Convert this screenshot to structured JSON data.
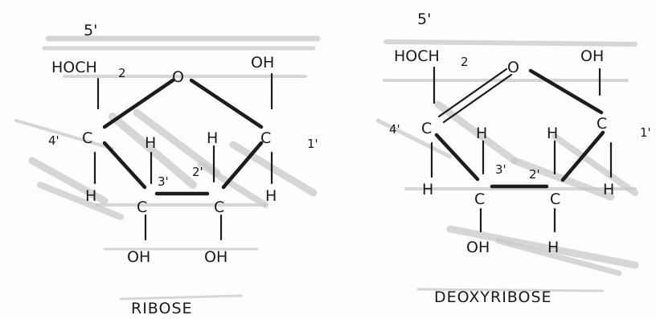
{
  "ribose": {
    "carbon5_label": "5'",
    "hoch2_label": "HOCH",
    "hoch2_subscript": "2",
    "ring_oxygen": "O",
    "c1_oh": "OH",
    "c4_label": "4'",
    "c4_atom": "C",
    "c1_atom": "C",
    "c1_label": "1'",
    "c3_atom": "C",
    "c2_atom": "C",
    "c3_label": "3'",
    "c2_label": "2'",
    "h_c4": "H",
    "h_c1": "H",
    "h_c3_up": "H",
    "h_c2_up": "H",
    "oh_c3": "OH",
    "oh_c2": "OH",
    "name": "RIBOSE"
  },
  "deoxyribose": {
    "carbon5_label": "5'",
    "hoch2_label": "HOCH",
    "hoch2_subscript": "2",
    "ring_oxygen": "O",
    "c1_oh": "OH",
    "c4_label": "4'",
    "c4_atom": "C",
    "c1_atom": "C",
    "c1_label": "1'",
    "c3_atom": "C",
    "c2_atom": "C",
    "c3_label": "3'",
    "c2_label": "2'",
    "h_c4": "H",
    "h_c1": "H",
    "h_c3_up": "H",
    "h_c2_up": "H",
    "oh_c3": "OH",
    "h_c2_down": "H",
    "name": "DEOXYRIBOSE"
  },
  "colors": {
    "ink": "#1c1c1c",
    "shading": "#c9c9c9"
  }
}
